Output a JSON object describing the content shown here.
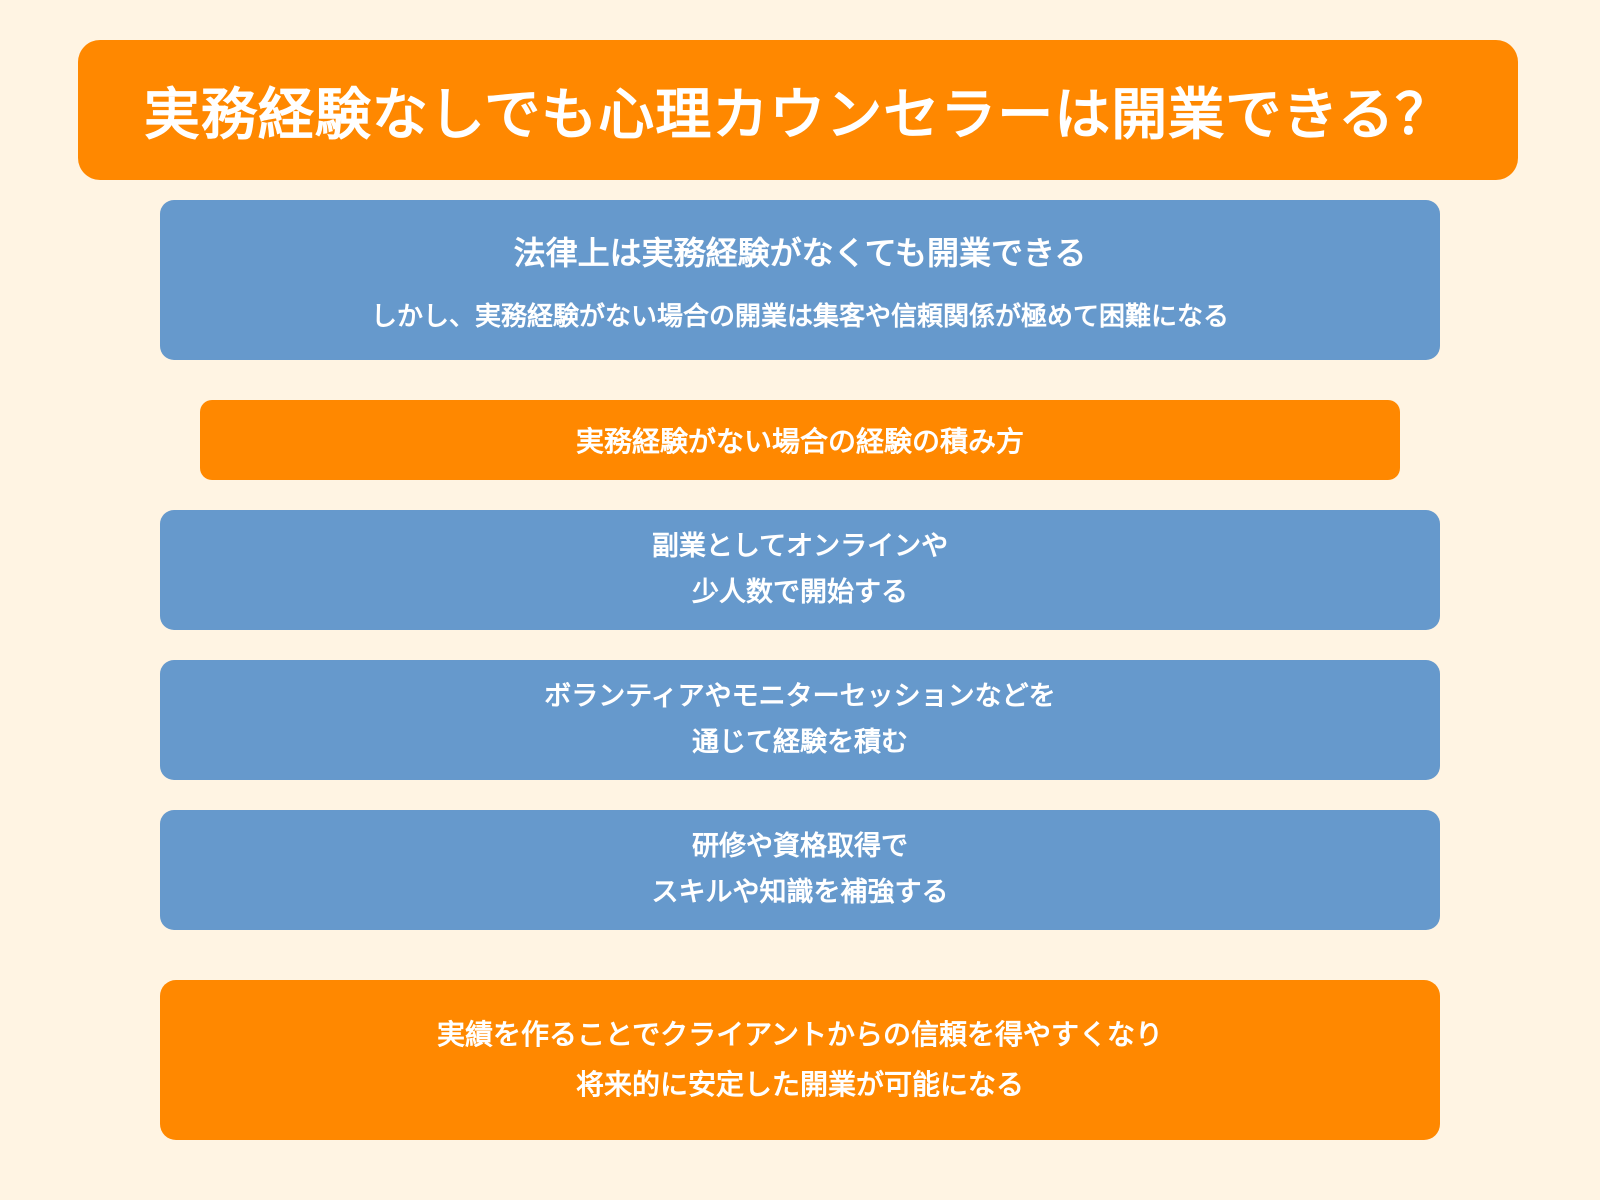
{
  "colors": {
    "background": "#FFF4E3",
    "orange": "#FF8800",
    "blue": "#6699CC",
    "text": "#FFFFFF"
  },
  "title": "実務経験なしでも心理カウンセラーは開業できる？",
  "legal": {
    "heading": "法律上は実務経験がなくても開業できる",
    "subtext": "しかし、実務経験がない場合の開業は集客や信頼関係が極めて困難になる"
  },
  "method_heading": "実務経験がない場合の経験の積み方",
  "steps": [
    {
      "line1": "副業としてオンラインや",
      "line2": "少人数で開始する"
    },
    {
      "line1": "ボランティアやモニターセッションなどを",
      "line2": "通じて経験を積む"
    },
    {
      "line1": "研修や資格取得で",
      "line2": "スキルや知識を補強する"
    }
  ],
  "result": {
    "line1": "実績を作ることでクライアントからの信頼を得やすくなり",
    "line2": "将来的に安定した開業が可能になる"
  }
}
